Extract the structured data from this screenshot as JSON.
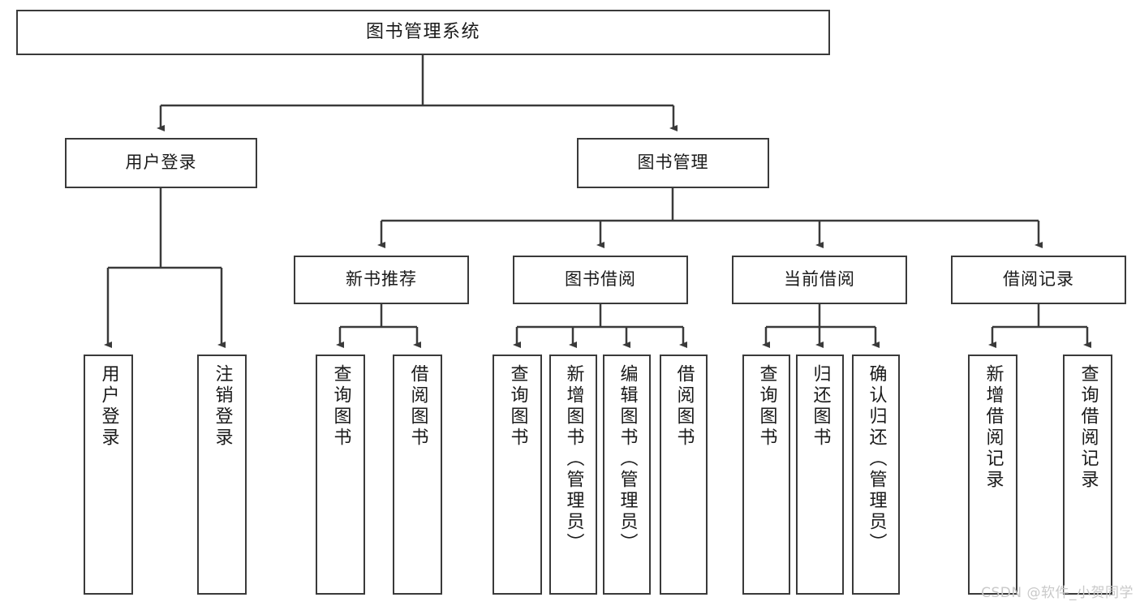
{
  "diagram": {
    "title": "图书管理系统",
    "type": "tree-hierarchy-diagram",
    "watermark": "CSDN @软件_小贺同学",
    "colors": {
      "stroke": "#3a3a3a",
      "fill": "#ffffff",
      "text": "#1a1a1a",
      "watermark": "#c9c9c9"
    },
    "nodes": {
      "root": {
        "label": "图书管理系统"
      },
      "level1": [
        {
          "id": "user-login",
          "label": "用户登录"
        },
        {
          "id": "book-management",
          "label": "图书管理"
        }
      ],
      "level2": [
        {
          "id": "new-book-recommend",
          "label": "新书推荐"
        },
        {
          "id": "book-borrow",
          "label": "图书借阅"
        },
        {
          "id": "current-borrow",
          "label": "当前借阅"
        },
        {
          "id": "borrow-record",
          "label": "借阅记录"
        }
      ],
      "leaves": {
        "user_login": [
          {
            "id": "leaf-user-login",
            "label": "用户登录"
          },
          {
            "id": "leaf-logout",
            "label": "注销登录"
          }
        ],
        "new_book_recommend": [
          {
            "id": "leaf-query-book-1",
            "label": "查询图书"
          },
          {
            "id": "leaf-borrow-book-1",
            "label": "借阅图书"
          }
        ],
        "book_borrow": [
          {
            "id": "leaf-query-book-2",
            "label": "查询图书"
          },
          {
            "id": "leaf-add-book",
            "label": "新增图书（管理员）"
          },
          {
            "id": "leaf-edit-book",
            "label": "编辑图书（管理员）"
          },
          {
            "id": "leaf-borrow-book-2",
            "label": "借阅图书"
          }
        ],
        "current_borrow": [
          {
            "id": "leaf-query-book-3",
            "label": "查询图书"
          },
          {
            "id": "leaf-return-book",
            "label": "归还图书"
          },
          {
            "id": "leaf-confirm-return",
            "label": "确认归还（管理员）"
          }
        ],
        "borrow_record": [
          {
            "id": "leaf-add-record",
            "label": "新增借阅记录"
          },
          {
            "id": "leaf-query-record",
            "label": "查询借阅记录"
          }
        ]
      }
    }
  }
}
